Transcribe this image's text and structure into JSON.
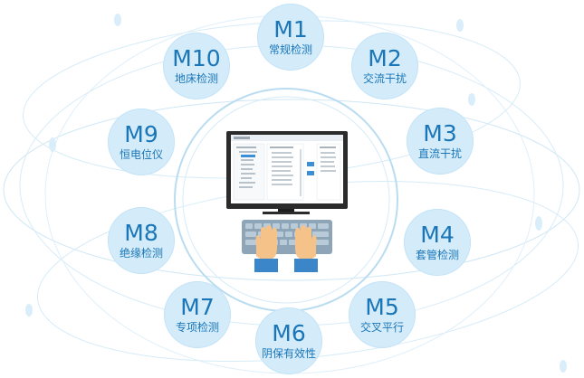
{
  "colors": {
    "node_fill": "#d4ecfa",
    "node_text": "#1a76b7",
    "orbit_line": "#bfe0f3",
    "dot": "#d9eefa",
    "monitor_frame": "#2b2b2b",
    "keyboard": "#8ea5b8",
    "hand": "#f5c28a",
    "sleeve": "#3a86c8"
  },
  "icons": {
    "center": "computer-workstation-icon"
  },
  "nodes": [
    {
      "code": "M1",
      "label": "常规检测"
    },
    {
      "code": "M2",
      "label": "交流干扰"
    },
    {
      "code": "M3",
      "label": "直流干扰"
    },
    {
      "code": "M4",
      "label": "套管检测"
    },
    {
      "code": "M5",
      "label": "交叉平行"
    },
    {
      "code": "M6",
      "label": "阴保有效性"
    },
    {
      "code": "M7",
      "label": "专项检测"
    },
    {
      "code": "M8",
      "label": "绝缘检测"
    },
    {
      "code": "M9",
      "label": "恒电位仪"
    },
    {
      "code": "M10",
      "label": "地床检测"
    }
  ]
}
